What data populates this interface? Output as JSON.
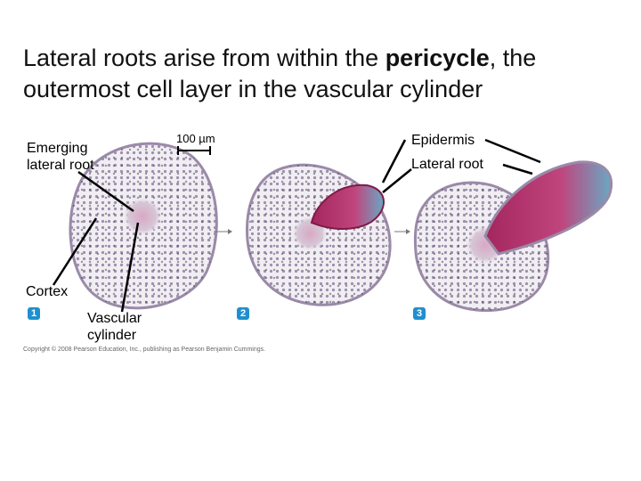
{
  "title": {
    "part1": "Lateral roots arise from within the ",
    "emphasis": "pericycle",
    "part2": ", the outermost cell layer in the vascular cylinder"
  },
  "labels": {
    "emerging": "Emerging lateral root",
    "cortex": "Cortex",
    "vascular": "Vascular cylinder",
    "scale": "100 µm",
    "epidermis": "Epidermis",
    "lateral_root": "Lateral root"
  },
  "steps": [
    "1",
    "2",
    "3"
  ],
  "copyright": "Copyright © 2008 Pearson Education, Inc., publishing as Pearson Benjamin Cummings.",
  "colors": {
    "tissue_fill": "#f1eef3",
    "tissue_edge": "#9a8aa8",
    "root_tip": "#b02a67",
    "stain_blue": "#4fa7c4",
    "step_badge": "#1f8fcf"
  }
}
